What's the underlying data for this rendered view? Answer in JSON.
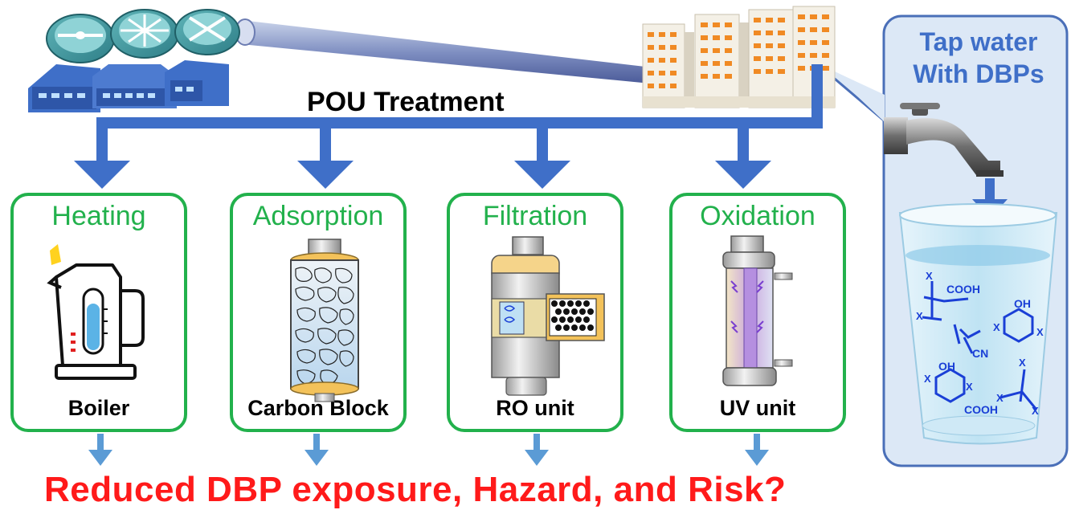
{
  "header": {
    "pou_title": "POU Treatment"
  },
  "tap": {
    "line1": "Tap water",
    "line2": "With DBPs"
  },
  "stages": [
    {
      "title": "Heating",
      "label": "Boiler"
    },
    {
      "title": "Adsorption",
      "label": "Carbon Block"
    },
    {
      "title": "Filtration",
      "label": "RO unit"
    },
    {
      "title": "Oxidation",
      "label": "UV unit"
    }
  ],
  "chemicals": {
    "cooh": "COOH",
    "oh": "OH",
    "cn": "CN",
    "x": "X"
  },
  "footer": {
    "question": "Reduced DBP exposure, Hazard, and Risk?"
  },
  "colors": {
    "arrow_blue": "#3f6fc8",
    "stage_border": "#22b14c",
    "question_red": "#ff1a1a",
    "panel_blue": "#dce8f6"
  }
}
